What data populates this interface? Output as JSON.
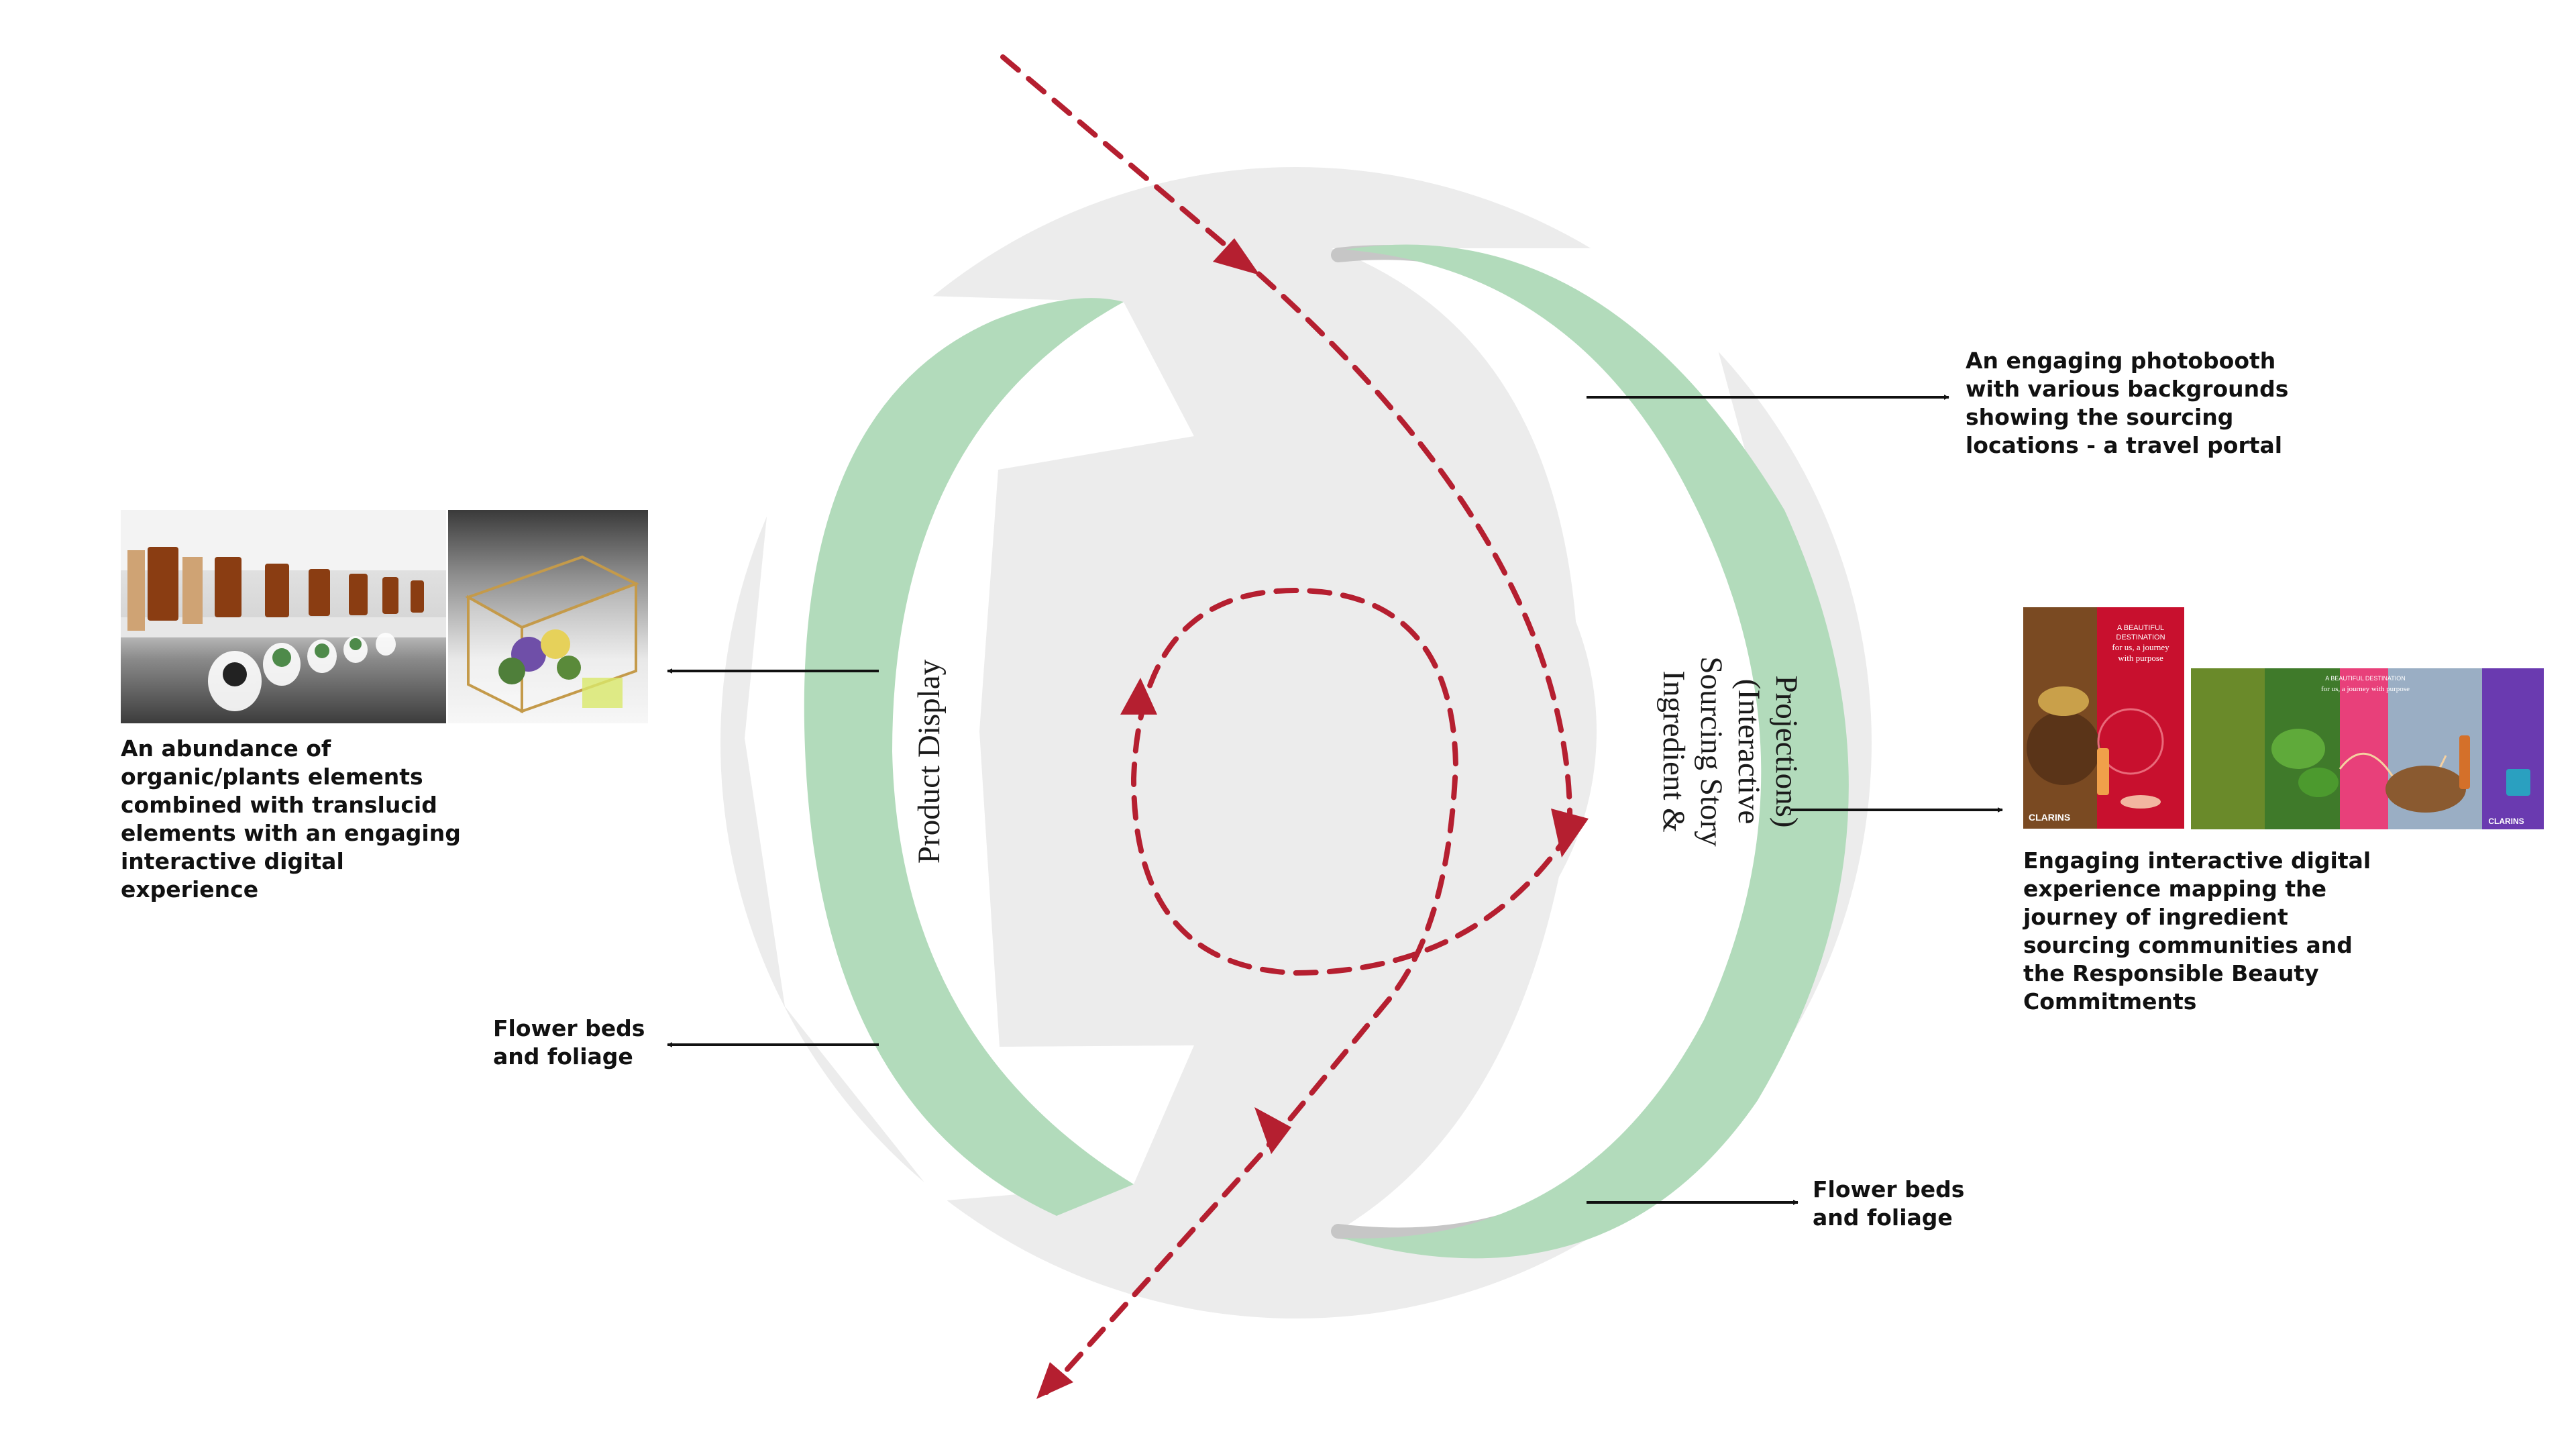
{
  "zones": {
    "product_display": "Product Display",
    "ingredient_story_lines": [
      "Ingredient &",
      "Sourcing Story",
      "(Interactive",
      "Projections)"
    ]
  },
  "callouts": {
    "photobooth_lines": [
      "An engaging photobooth",
      "with various backgrounds",
      "showing the sourcing",
      "locations - a travel portal"
    ],
    "interactive_lines": [
      "Engaging interactive digital",
      "experience mapping the",
      "journey of ingredient",
      "sourcing communities and",
      "the Responsible Beauty",
      "Commitments"
    ],
    "organic_lines": [
      "An abundance of",
      "organic/plants elements",
      "combined with translucid",
      "elements with an engaging",
      "interactive digital",
      "experience"
    ],
    "flower_left_lines": [
      "Flower beds",
      "and foliage"
    ],
    "flower_right_lines": [
      "Flower beds",
      "and foliage"
    ]
  },
  "posters": {
    "p1_lines": [
      "A BEAUTIFUL",
      "DESTINATION",
      "for us, a journey",
      "with purpose"
    ],
    "p1_brand": "CLARINS",
    "p2_heading": "A BEAUTIFUL DESTINATION",
    "p2_script": "for us, a journey with purpose",
    "p2_brand": "CLARINS"
  },
  "colors": {
    "ring_gray": "#ececec",
    "foliage_green": "#b2dbbb",
    "wall_shadow": "#c6c6c6",
    "path_red": "#b51f30",
    "pointer": "#111111"
  }
}
